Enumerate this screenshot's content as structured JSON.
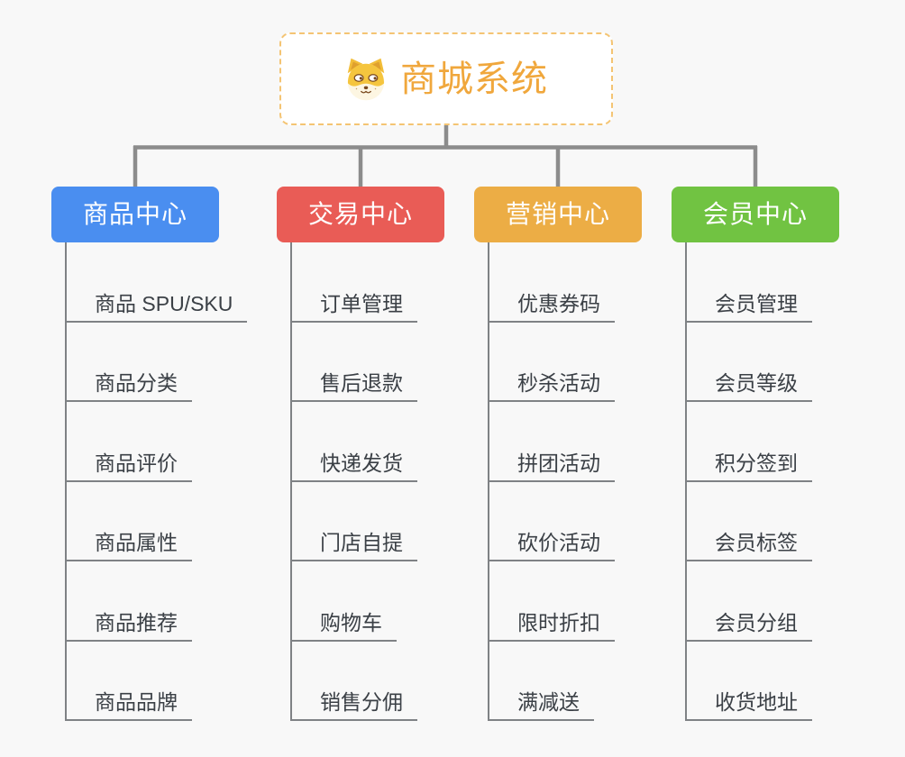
{
  "root": {
    "title": "商城系统",
    "icon": "shiba-dog-face"
  },
  "branches": [
    {
      "id": "product-center",
      "label": "商品中心",
      "color": "#4a8ef0",
      "children": [
        "商品 SPU/SKU",
        "商品分类",
        "商品评价",
        "商品属性",
        "商品推荐",
        "商品品牌"
      ]
    },
    {
      "id": "trade-center",
      "label": "交易中心",
      "color": "#e95c56",
      "children": [
        "订单管理",
        "售后退款",
        "快递发货",
        "门店自提",
        "购物车",
        "销售分佣"
      ]
    },
    {
      "id": "marketing-center",
      "label": "营销中心",
      "color": "#ecad45",
      "children": [
        "优惠券码",
        "秒杀活动",
        "拼团活动",
        "砍价活动",
        "限时折扣",
        "满减送"
      ]
    },
    {
      "id": "member-center",
      "label": "会员中心",
      "color": "#71c342",
      "children": [
        "会员管理",
        "会员等级",
        "积分签到",
        "会员标签",
        "会员分组",
        "收货地址"
      ]
    }
  ],
  "colors": {
    "bg": "#f8f8f8",
    "connector": "#8c8c8c",
    "line": "#7f8285",
    "topic-text": "#3b4046",
    "root-text": "#f0a73c",
    "root-border": "#f4c473"
  }
}
